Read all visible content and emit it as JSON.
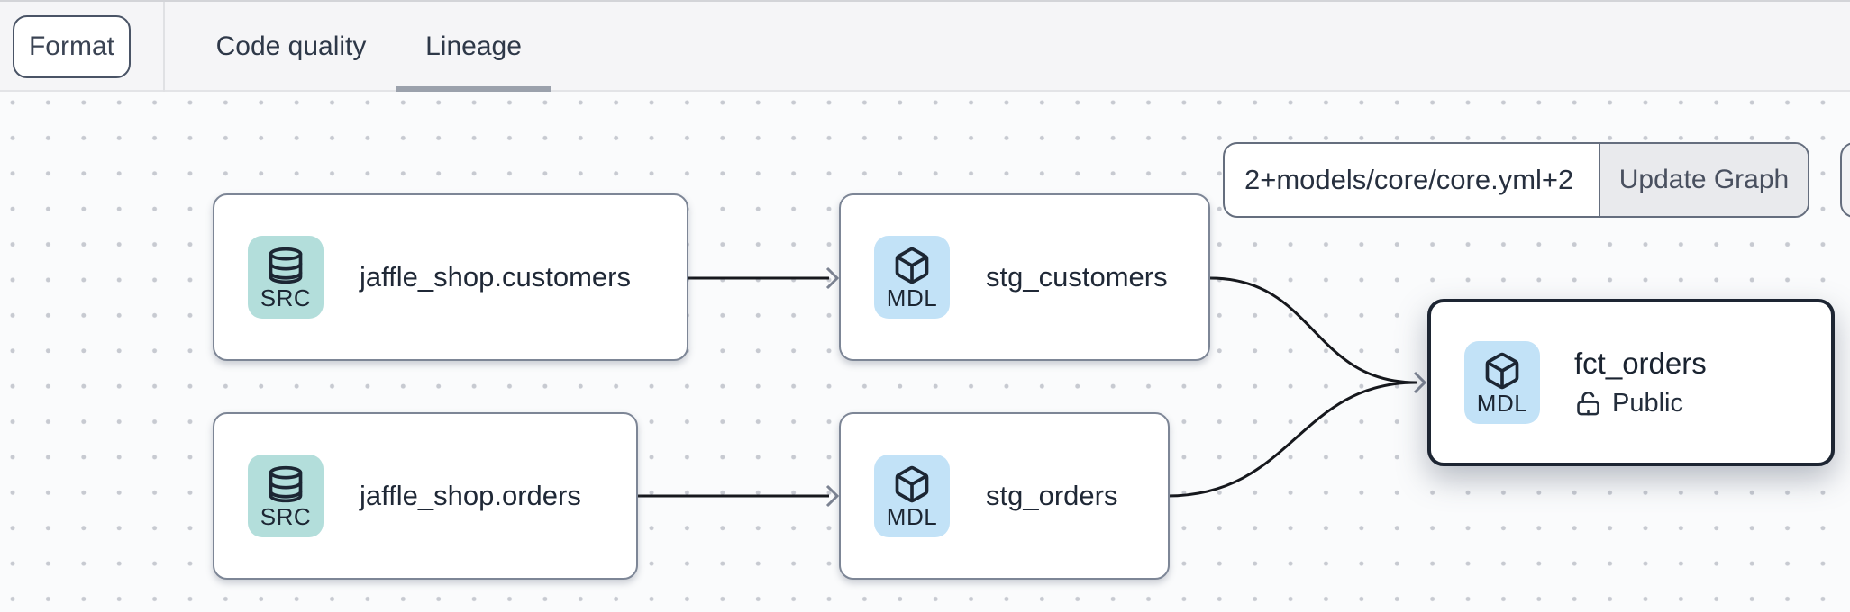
{
  "toolbar": {
    "format_button": "Format",
    "tabs": [
      {
        "label": "Code quality",
        "active": false
      },
      {
        "label": "Lineage",
        "active": true
      }
    ]
  },
  "lineage_controls": {
    "selector_input_value": "2+models/core/core.yml+2",
    "update_button": "Update Graph"
  },
  "graph": {
    "nodes": [
      {
        "label": "jaffle_shop.customers",
        "type_badge": "SRC",
        "kind": "source",
        "icon": "database-icon",
        "selected": false
      },
      {
        "label": "stg_customers",
        "type_badge": "MDL",
        "kind": "model",
        "icon": "cube-icon",
        "selected": false
      },
      {
        "label": "jaffle_shop.orders",
        "type_badge": "SRC",
        "kind": "source",
        "icon": "database-icon",
        "selected": false
      },
      {
        "label": "stg_orders",
        "type_badge": "MDL",
        "kind": "model",
        "icon": "cube-icon",
        "selected": false
      },
      {
        "label": "fct_orders",
        "type_badge": "MDL",
        "kind": "model",
        "icon": "cube-icon",
        "access": "Public",
        "selected": true
      }
    ],
    "edges": [
      {
        "from": "jaffle_shop.customers",
        "to": "stg_customers"
      },
      {
        "from": "jaffle_shop.orders",
        "to": "stg_orders"
      },
      {
        "from": "stg_customers",
        "to": "fct_orders"
      },
      {
        "from": "stg_orders",
        "to": "fct_orders"
      }
    ]
  },
  "colors": {
    "source_badge_bg": "#b3dedb",
    "model_badge_bg": "#c2e2f7",
    "node_border": "#7d8696",
    "selected_node_border": "#1d2532",
    "edge": "#16181d",
    "active_tab_underline": "#9ba1ac"
  }
}
